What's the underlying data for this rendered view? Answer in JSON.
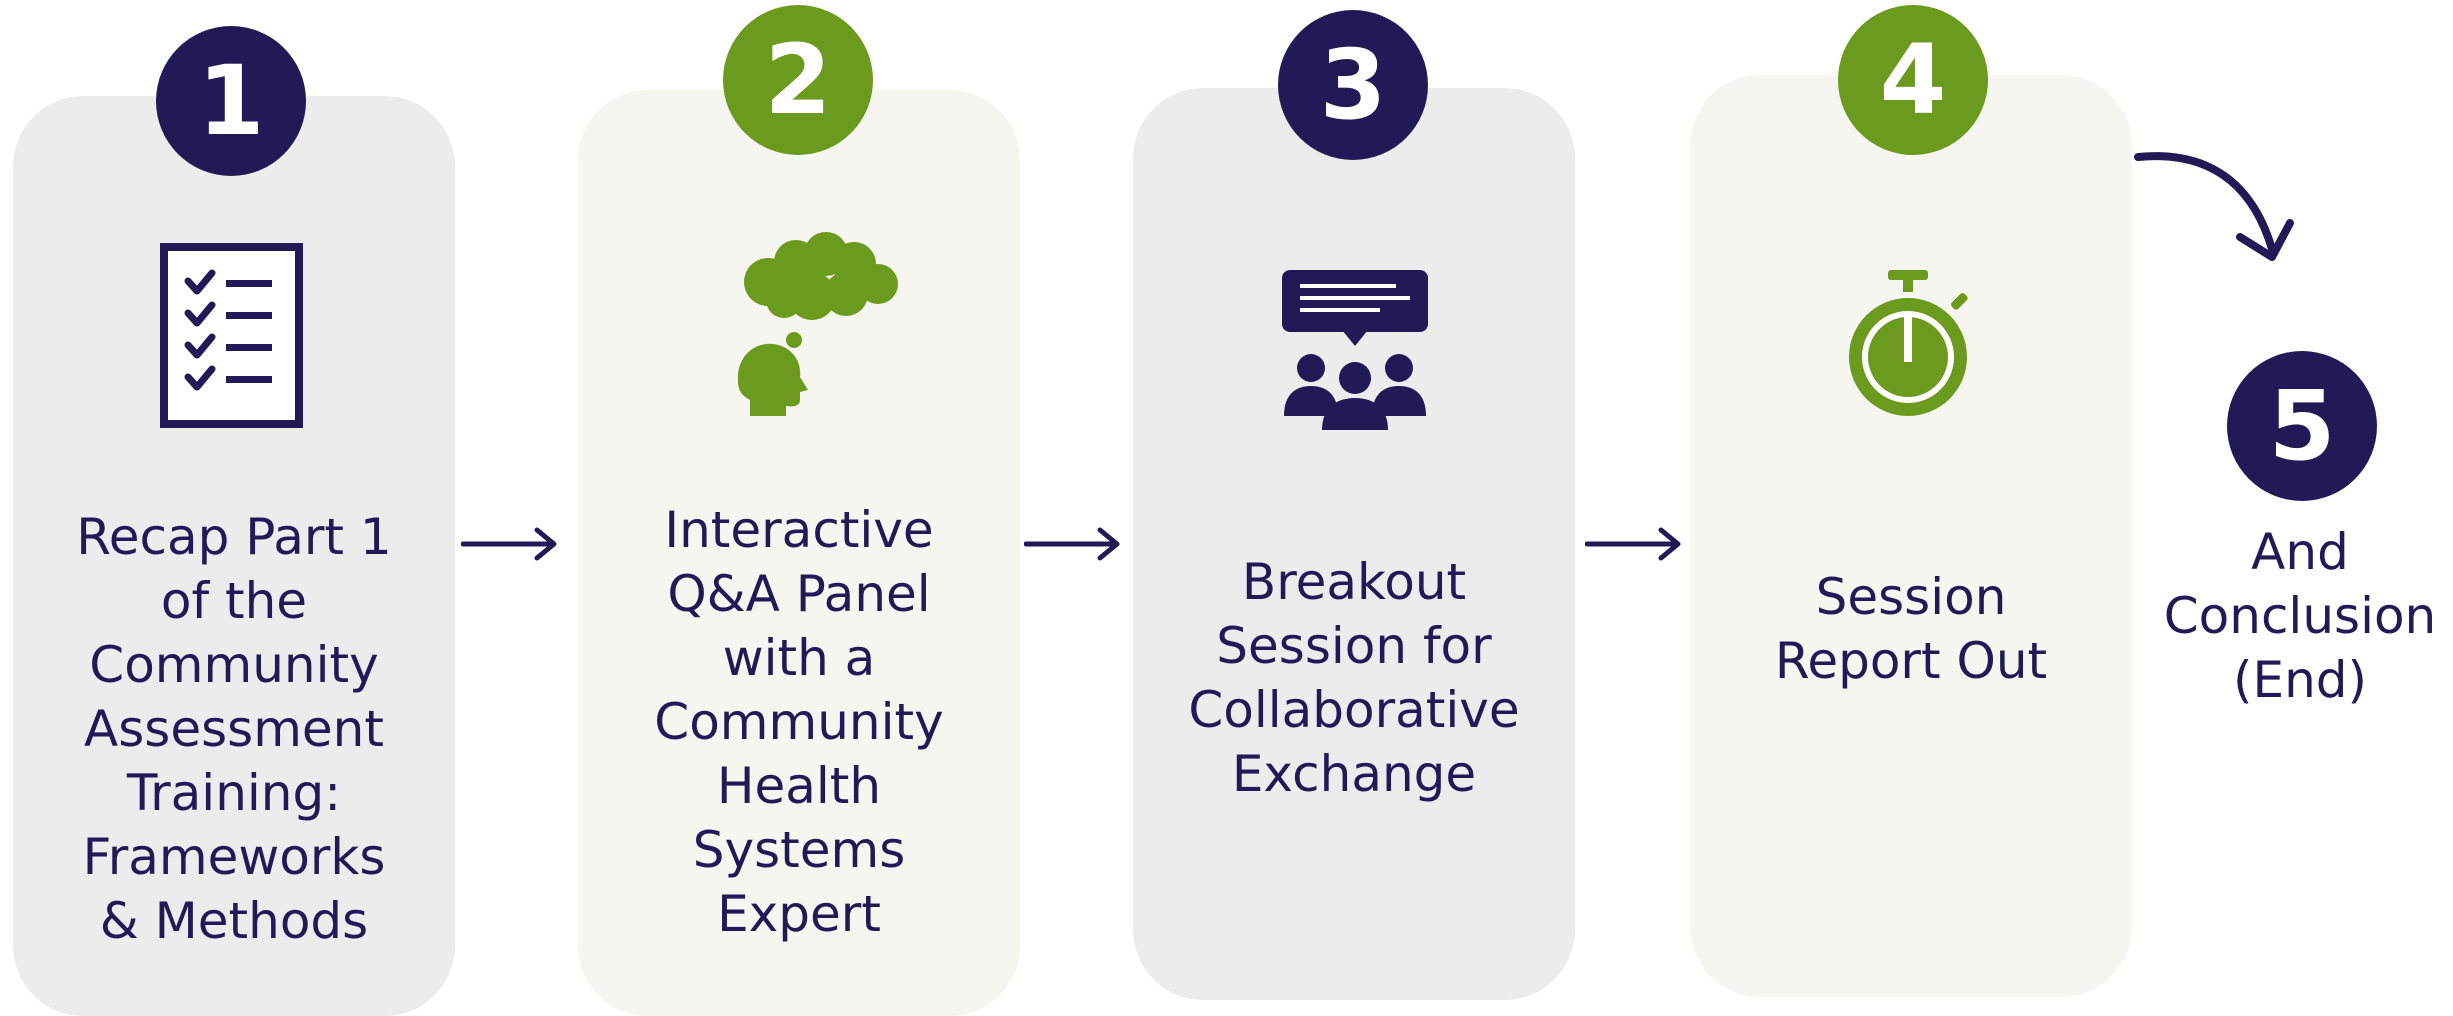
{
  "steps": [
    {
      "number": "1",
      "lines": [
        "Recap Part 1",
        "of the",
        "Community",
        "Assessment",
        "Training:",
        "Frameworks",
        "& Methods"
      ],
      "icon": "checklist-icon"
    },
    {
      "number": "2",
      "lines": [
        "Interactive",
        "Q&A Panel",
        "with a",
        "Community",
        "Health",
        "Systems",
        "Expert"
      ],
      "icon": "thinking-head-icon"
    },
    {
      "number": "3",
      "lines": [
        "Breakout",
        "Session for",
        "Collaborative",
        "Exchange"
      ],
      "icon": "group-discussion-icon"
    },
    {
      "number": "4",
      "lines": [
        "Session",
        "Report Out"
      ],
      "icon": "stopwatch-icon"
    },
    {
      "number": "5",
      "lines": [
        "And",
        "Conclusion",
        "(End)"
      ]
    }
  ],
  "colors": {
    "navy": "#221a56",
    "green": "#6c9a1f",
    "card_grey": "#ececed",
    "card_green": "#f4f6ef"
  }
}
